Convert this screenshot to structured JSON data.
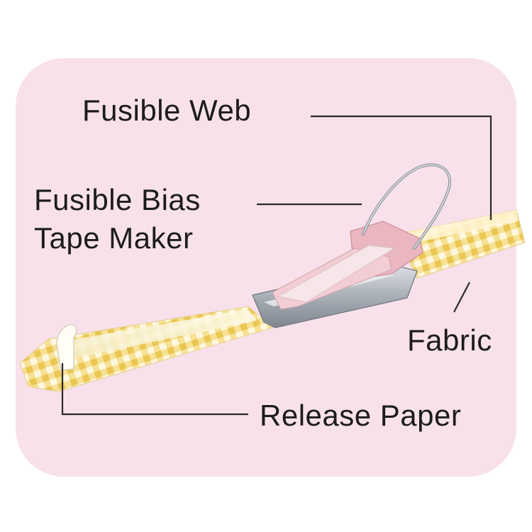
{
  "labels": {
    "fusible_web": "Fusible Web",
    "bias_tape_maker_line1": "Fusible Bias",
    "bias_tape_maker_line2": "Tape Maker",
    "fabric": "Fabric",
    "release_paper": "Release Paper"
  },
  "colors": {
    "panel_background": "#f8e1ea",
    "gingham_yellow": "#f3d97a",
    "tool_pink": "#eab6c0",
    "tool_metal": "#b5b9c0",
    "leader_lines": "#2a2a2a"
  }
}
